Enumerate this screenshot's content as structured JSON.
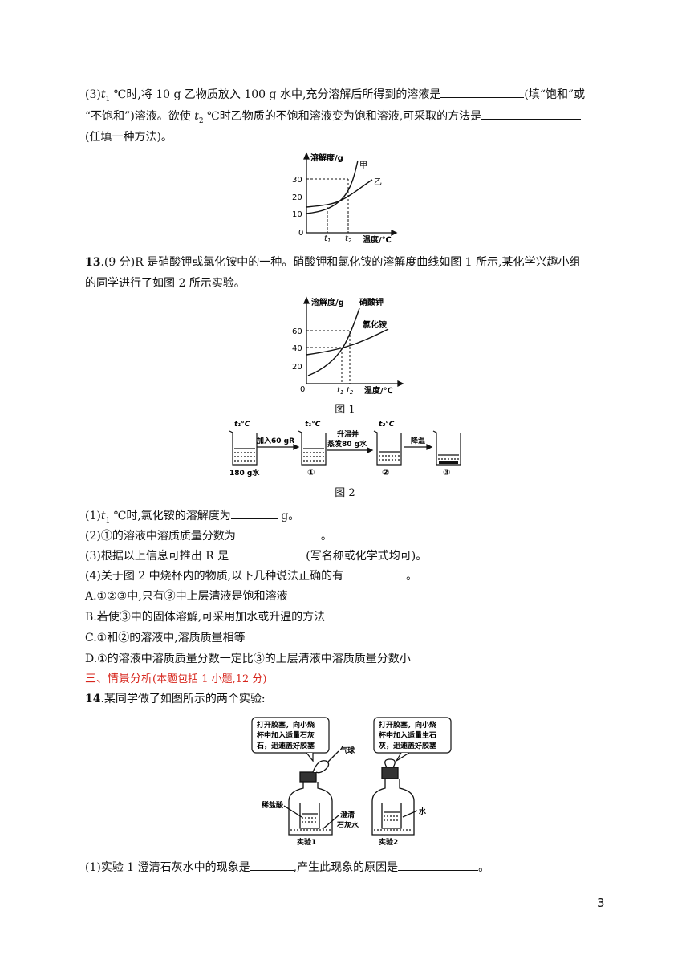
{
  "q12": {
    "p3_a": "(3)",
    "p3_t1": "t",
    "p3_sub1": "1",
    "p3_b": " ℃时,将 10 g 乙物质放入 100 g 水中,充分溶解后所得到的溶液是",
    "p3_c": "(填“饱和”或",
    "p3_d": "“不饱和”)溶液。欲使",
    "p3_t2": "t",
    "p3_sub2": "2",
    "p3_e": " ℃时乙物质的不饱和溶液变为饱和溶液,可采取的方法是",
    "p3_f": "(任填一种方法)。"
  },
  "chart1": {
    "ylabel": "溶解度/g",
    "xlabel": "温度/℃",
    "series_a": "甲",
    "series_b": "乙",
    "ticks": [
      "30",
      "20",
      "10",
      "0"
    ],
    "xtick_t": "t",
    "xtick_1": "1",
    "xtick_2": "2"
  },
  "q13": {
    "num": "13",
    "intro1": ".(9 分)R 是硝酸钾或氯化铵中的一种。硝酸钾和氯化铵的溶解度曲线如图 1 所示,某化学兴趣小组",
    "intro2": "的同学进行了如图 2 所示实验。",
    "p1_a": "(1)",
    "p1_b": " ℃时,氯化铵的溶解度为",
    "p1_c": " g。",
    "p2": "(2)①的溶液中溶质质量分数为",
    "p2_end": "。",
    "p3": "(3)根据以上信息可推出 R 是",
    "p3_end": "(写名称或化学式均可)。",
    "p4": "(4)关于图 2 中烧杯内的物质,以下几种说法正确的有",
    "p4_end": "。",
    "optA": "A.①②③中,只有③中上层清液是饱和溶液",
    "optB": "B.若使③中的固体溶解,可采用加水或升温的方法",
    "optC": "C.①和②的溶液中,溶质质量相等",
    "optD": "D.①的溶液中溶质质量分数一定比③的上层清液中溶质质量分数小"
  },
  "chart2": {
    "ylabel": "溶解度/g",
    "xlabel": "温度/℃",
    "series_a": "硝酸钾",
    "series_b": "氯化铵",
    "ticks": [
      "60",
      "40",
      "20",
      "0"
    ],
    "caption": "图 1"
  },
  "fig2": {
    "caption": "图 2",
    "temp1": "t₁°C",
    "temp2": "t₁°C",
    "temp3": "t₂°C",
    "arrow1": "加入60 gR",
    "arrow2a": "升温并",
    "arrow2b": "蒸发80 g水",
    "arrow3": "降温",
    "label0": "180 g水",
    "label1": "①",
    "label2": "②",
    "label3": "③"
  },
  "section3": {
    "title": "三、情景分析",
    "sub": "(本题包括 1 小题,12 分)"
  },
  "q14": {
    "num": "14",
    "intro": ".某同学做了如图所示的两个实验:",
    "p1": "(1)实验 1 澄清石灰水中的现象是",
    "p1_mid": ",产生此现象的原因是",
    "p1_end": "。"
  },
  "fig3": {
    "bubble1_l1": "打开胶塞，向小烧",
    "bubble1_l2": "杯中加入适量石灰",
    "bubble1_l3": "石，迅速盖好胶塞",
    "bubble2_l1": "打开胶塞，向小烧",
    "bubble2_l2": "杯中加入适量生石",
    "bubble2_l3": "灰，迅速盖好胶塞",
    "balloon": "气球",
    "acid": "稀盐酸",
    "limewater1": "澄清",
    "limewater2": "石灰水",
    "water": "水",
    "exp1": "实验1",
    "exp2": "实验2"
  },
  "page_number": "3"
}
